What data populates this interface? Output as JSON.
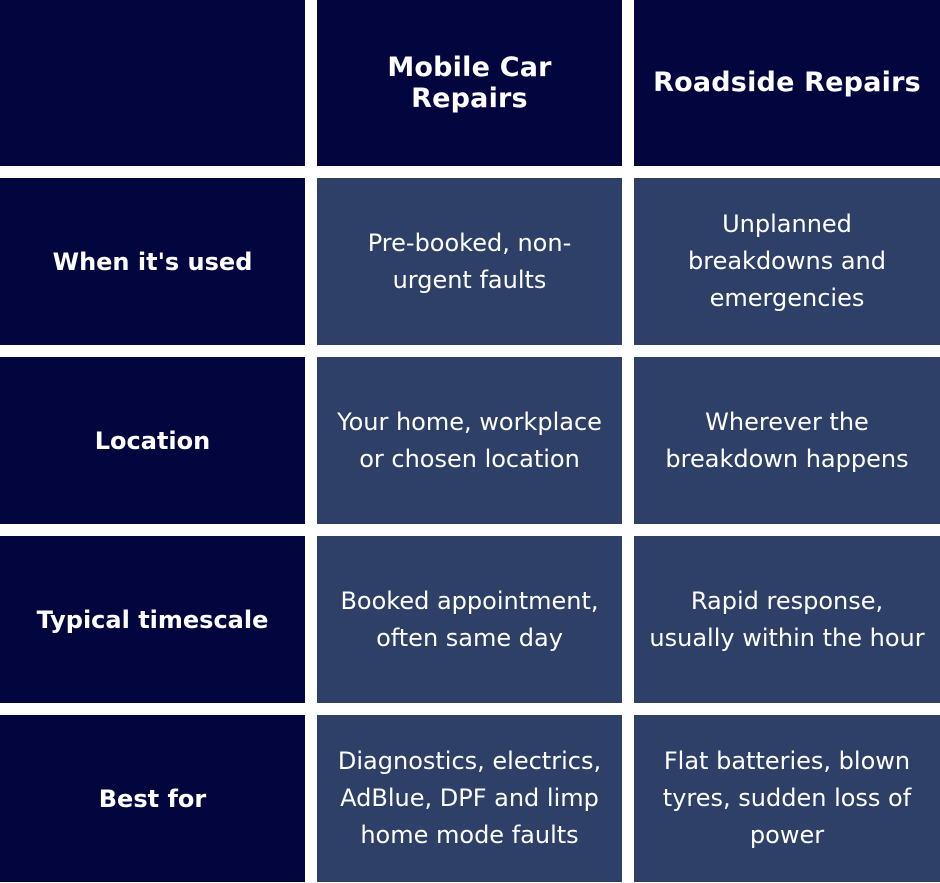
{
  "table": {
    "corner": "",
    "columns": [
      "Mobile Car Repairs",
      "Roadside Repairs"
    ],
    "rows": [
      {
        "label": "When it's used",
        "mobile": "Pre-booked, non-urgent faults",
        "roadside": "Unplanned breakdowns and emergencies"
      },
      {
        "label": "Location",
        "mobile": "Your home, workplace or chosen location",
        "roadside": "Wherever the breakdown happens"
      },
      {
        "label": "Typical timescale",
        "mobile": "Booked appointment, often same day",
        "roadside": "Rapid response, usually within the hour"
      },
      {
        "label": "Best for",
        "mobile": "Diagnostics, electrics, AdBlue, DPF and limp home mode faults",
        "roadside": "Flat batteries, blown tyres, sudden loss of power"
      }
    ]
  },
  "colors": {
    "header_bg": "#03053f",
    "body_bg": "#2e4068",
    "gap": "#ffffff",
    "text": "#ffffff"
  }
}
